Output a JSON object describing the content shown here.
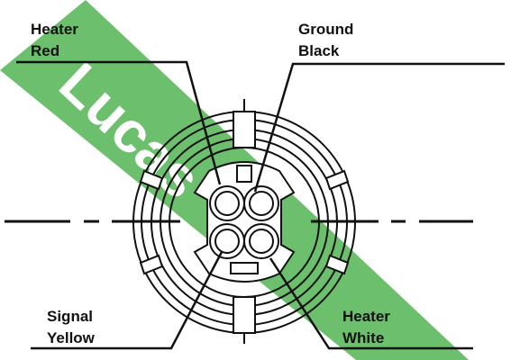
{
  "watermark": {
    "text": "Lucas",
    "band_color": "#6cbf6c",
    "text_color": "#ffffff"
  },
  "pins": [
    {
      "position": "top-left",
      "function": "Heater",
      "wire_color": "Red"
    },
    {
      "position": "top-right",
      "function": "Ground",
      "wire_color": "Black"
    },
    {
      "position": "bottom-left",
      "function": "Signal",
      "wire_color": "Yellow"
    },
    {
      "position": "bottom-right",
      "function": "Heater",
      "wire_color": "White"
    }
  ],
  "colors": {
    "line": "#111111",
    "background": "#ffffff"
  }
}
